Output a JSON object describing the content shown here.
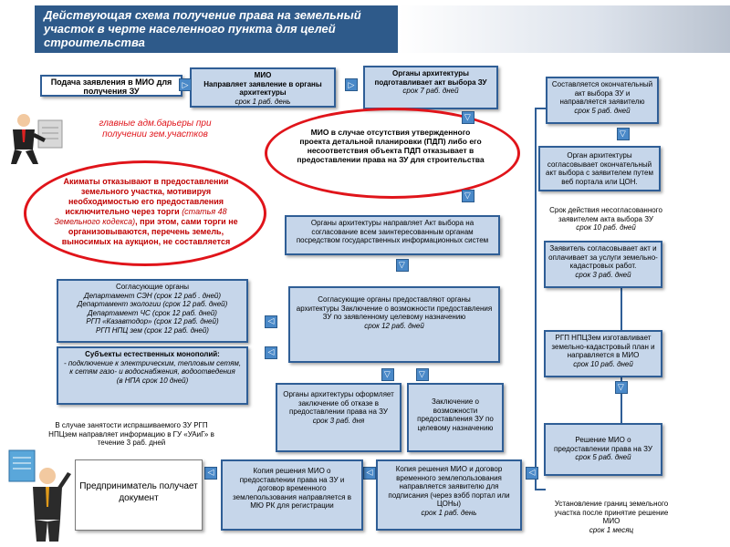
{
  "header": {
    "title": "Действующая схема получение  права на земельный участок в черте населенного пункта  для целей строительства"
  },
  "boxes": {
    "submit": "Подача заявления в МИО для получения ЗУ",
    "mio": {
      "l1": "МИО",
      "l2": "Направляет заявление в органы архитектуры",
      "l3": "срок 1 раб. день"
    },
    "arch1": {
      "l1": "Органы архитектуры подготавливает акт выбора ЗУ",
      "l2": "срок 7 раб. дней"
    },
    "pdp": "МИО в случае отсутствия утвержденного проекта детальной планировки (ПДП) либо его несоответствия объекта ПДП отказывает в предоставлении права на ЗУ для строительства",
    "akimaty": {
      "l1": "Акиматы  отказывают в предоставлении земельного участка, мотивируя необходимостью его предоставления исключительно через торги ",
      "l2": "(статья 48 Земельного кодекса)",
      "l3": ", при этом, сами торги не организовываются, перечень земель, выносимых на аукцион, не составляется"
    },
    "arch_send": "Органы архитектуры направляет Акт выбора на согласование всем заинтересованным органам посредством государственных информационных систем",
    "agencies": {
      "title": "Согласующие органы",
      "items": [
        "Департамент СЭН (срок 12 раб . дней)",
        "Департамент экологии (срок 12 раб. дней)",
        "Департамент ЧС (срок 12 раб. дней)",
        "РГП «Казавтодор» (срок 12 раб. дней)",
        "РГП НПЦ зем  (срок 12 раб. дней)"
      ]
    },
    "monopoly": {
      "title": "Субъекты естественных монополий:",
      "body": "- подключение к электрическим, тепловым сетям, к сетям газо- и водоснабжения, водоотведения",
      "term": "(в НПА срок 10 дней)"
    },
    "agree": {
      "l1": "Согласующие органы предоставляют органы архитектуры Заключение о возможности предоставления ЗУ по заявленному целевому назначению",
      "l2": "срок 12 раб. дней"
    },
    "refuse": {
      "l1": "Органы архитектуры оформляет заключение об отказе в предоставлении права на ЗУ",
      "l2": "срок 3 раб. дня"
    },
    "possible": "Заключение о возможности предоставления ЗУ по целевому назначению",
    "r1": {
      "l1": "Составляется окончательный акт выбора ЗУ и направляется заявителю",
      "l2": "срок 5  раб. дней"
    },
    "r2": "Орган архитектуры согласовывает окончательный акт выбора с заявителем путем веб портала или ЦОН.",
    "r3": {
      "l1": "Срок действия несогласованного заявителем акта выбора ЗУ",
      "l2": "срок 10 раб. дней"
    },
    "r4": {
      "l1": "Заявитель согласовывает акт и оплачивает за услуги земельно-кадастровых работ.",
      "l2": "срок 3 раб. дней"
    },
    "r5": {
      "l1": "РГП НПЦЗем  изготавливает земельно-кадастровый  план и направляется  в МИО",
      "l2": "срок  10 раб. дней"
    },
    "r6": {
      "l1": "Решение МИО о предоставлении права на ЗУ",
      "l2": "срок 5 раб. дней"
    },
    "r7": {
      "l1": "Установление границ земельного участка после принятие решение МИО",
      "l2": "срок 1 месяц"
    },
    "contract": {
      "l1": "Копия решения МИО и договор временного землепользования направляется заявителю для подписания (через вэбб портал или ЦОНы)",
      "l2": "срок 1 раб. день"
    },
    "copy": "Копия решения МИО о предоставлении права на ЗУ и договор временного землепользования направляется в МЮ РК для регистрации",
    "busy": "В случае занятости испрашиваемого ЗУ РГП НПЦзем направляет информацию в ГУ «УАиГ» в течение 3 раб. дней",
    "entrepreneur": "Предприниматель получает документ"
  },
  "annotations": {
    "barriers": "главные адм.барьеры при получении зем.участков"
  },
  "arrow_glyph": "▷",
  "colors": {
    "header": "#2e5a8a",
    "box_fill": "#c6d6ea",
    "box_border": "#2f5e96",
    "ellipse": "#e0141a",
    "arrow": "#4a89c8"
  }
}
